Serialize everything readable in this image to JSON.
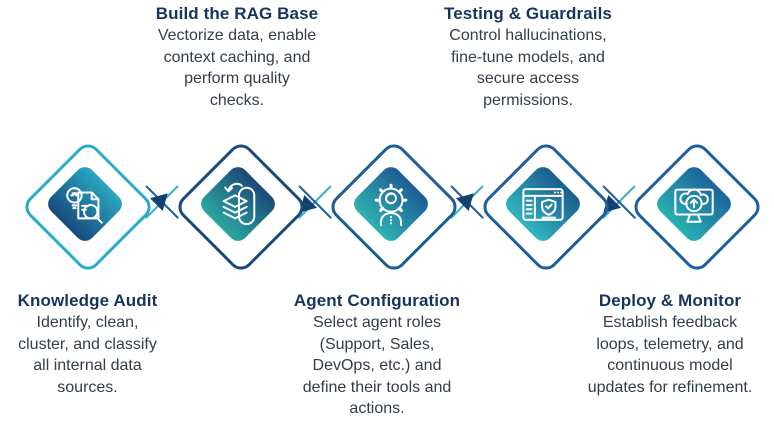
{
  "diagram_type": "process-flow-infographic",
  "colors": {
    "title": "#17345F",
    "body": "#333E48",
    "arrow": "#12406F",
    "teal-line": "#3BAFC9",
    "blue-line": "#1E5C9E",
    "icon_stroke": "#FFFFFF",
    "background": "#FFFFFF"
  },
  "steps": [
    {
      "title": "Knowledge Audit",
      "description": "Identify, clean,\ncluster, and classify\nall internal data\nsources.",
      "label_position": "bottom",
      "icon": "document-lightbulb-magnifier-icon",
      "outline_color": "#2BAAC6",
      "gradient_top": "#2BA7C2",
      "gradient_bottom": "#164B7D"
    },
    {
      "title": "Build the RAG Base",
      "description": "Vectorize data, enable\ncontext caching, and\nperform quality\nchecks.",
      "label_position": "top",
      "icon": "layers-sync-icon",
      "outline_color": "#1A4A77",
      "gradient_top": "#1B4878",
      "gradient_bottom": "#2BA8A2"
    },
    {
      "title": "Agent Configuration",
      "description": "Select agent roles\n(Support, Sales,\nDevOps, etc.) and\ndefine their tools and\nactions.",
      "label_position": "bottom",
      "icon": "gear-person-icon",
      "outline_color": "#1D5C94",
      "gradient_top": "#1E5C95",
      "gradient_bottom": "#2EB2B2"
    },
    {
      "title": "Testing & Guardrails",
      "description": "Control hallucinations,\nfine-tune models, and\nsecure access\npermissions.",
      "label_position": "top",
      "icon": "window-shield-check-icon",
      "outline_color": "#1E5F9C",
      "gradient_top": "#1C5C8F",
      "gradient_bottom": "#2FB6C1"
    },
    {
      "title": "Deploy & Monitor",
      "description": "Establish feedback\nloops, telemetry, and\ncontinuous model\nupdates for refinement.",
      "label_position": "bottom",
      "icon": "monitor-cloud-upload-icon",
      "outline_color": "#1C5EA4",
      "gradient_top": "#1E649B",
      "gradient_bottom": "#28B1B2"
    }
  ],
  "arrows": [
    {
      "between": "step-1-and-step-2",
      "direction": "up-right"
    },
    {
      "between": "step-2-and-step-3",
      "direction": "down-left"
    },
    {
      "between": "step-3-and-step-4",
      "direction": "up-right"
    },
    {
      "between": "step-4-and-step-5",
      "direction": "down-left"
    }
  ]
}
